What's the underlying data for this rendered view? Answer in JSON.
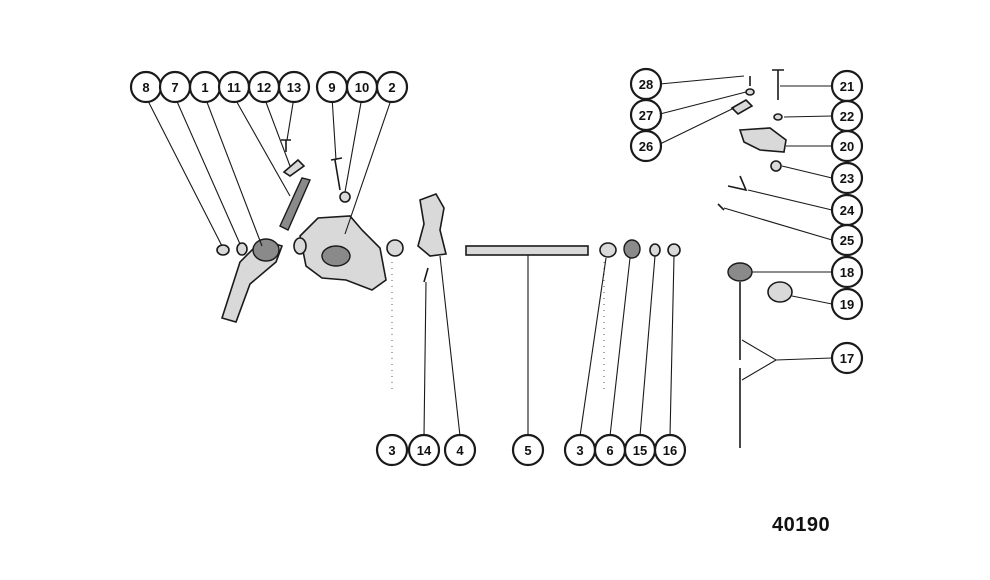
{
  "figure_number": "40190",
  "callouts": [
    {
      "label": "8"
    },
    {
      "label": "7"
    },
    {
      "label": "1"
    },
    {
      "label": "11"
    },
    {
      "label": "12"
    },
    {
      "label": "13"
    },
    {
      "label": "9"
    },
    {
      "label": "10"
    },
    {
      "label": "2"
    },
    {
      "label": "3"
    },
    {
      "label": "14"
    },
    {
      "label": "4"
    },
    {
      "label": "5"
    },
    {
      "label": "3"
    },
    {
      "label": "6"
    },
    {
      "label": "15"
    },
    {
      "label": "16"
    },
    {
      "label": "28"
    },
    {
      "label": "27"
    },
    {
      "label": "26"
    },
    {
      "label": "21"
    },
    {
      "label": "22"
    },
    {
      "label": "20"
    },
    {
      "label": "23"
    },
    {
      "label": "24"
    },
    {
      "label": "25"
    },
    {
      "label": "18"
    },
    {
      "label": "19"
    },
    {
      "label": "17"
    }
  ]
}
